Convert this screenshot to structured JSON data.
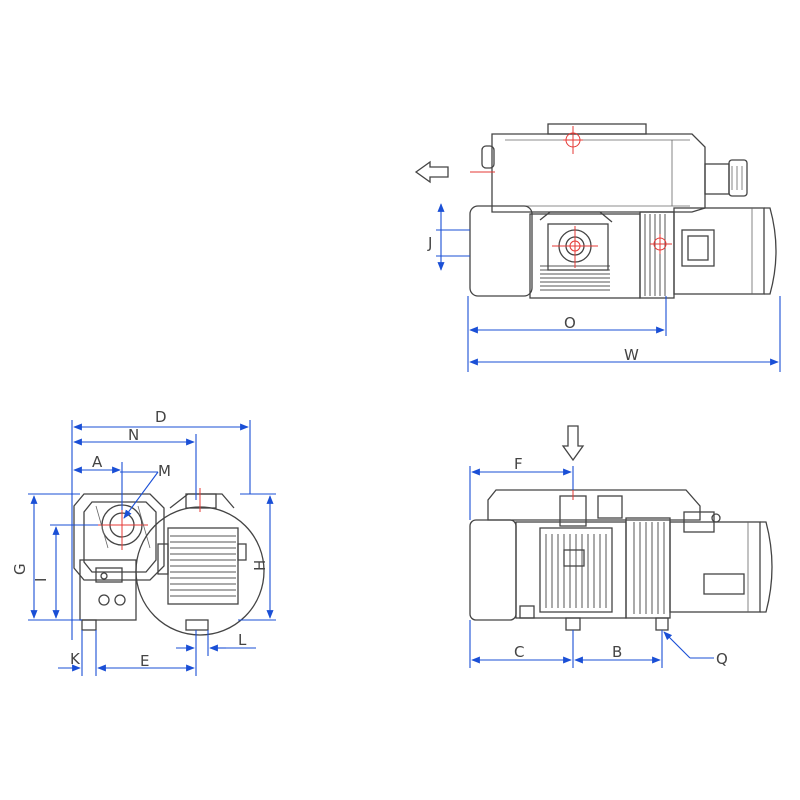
{
  "labels": {
    "D": "D",
    "N": "N",
    "A": "A",
    "M": "M",
    "G": "G",
    "I": "I",
    "H": "H",
    "K": "K",
    "E": "E",
    "L": "L",
    "J": "J",
    "O": "O",
    "W": "W",
    "F": "F",
    "C": "C",
    "B": "B",
    "Q": "Q"
  },
  "colors": {
    "dimension": "#1a4fd6",
    "outline": "#444444",
    "centerline": "#e53935"
  },
  "icons": {
    "exhaust_direction": "arrow-left-icon",
    "inlet_direction": "arrow-down-icon"
  }
}
